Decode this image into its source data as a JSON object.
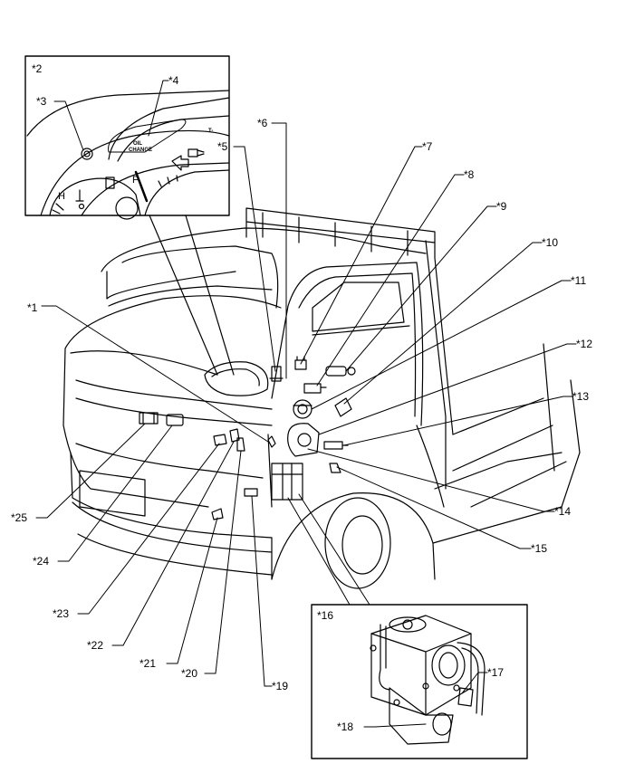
{
  "callouts": {
    "c1": "*1",
    "c2": "*2",
    "c3": "*3",
    "c4": "*4",
    "c5": "*5",
    "c6": "*6",
    "c7": "*7",
    "c8": "*8",
    "c9": "*9",
    "c10": "*10",
    "c11": "*11",
    "c12": "*12",
    "c13": "*13",
    "c14": "*14",
    "c15": "*15",
    "c16": "*16",
    "c17": "*17",
    "c18": "*18",
    "c19": "*19",
    "c20": "*20",
    "c21": "*21",
    "c22": "*22",
    "c23": "*23",
    "c24": "*24",
    "c25": "*25"
  },
  "gauge": {
    "indicator_text_1": "OIL",
    "indicator_text_2": "CHANGE",
    "fuel_full": "F",
    "temp_hot": "H",
    "tach_mark": "T-"
  }
}
